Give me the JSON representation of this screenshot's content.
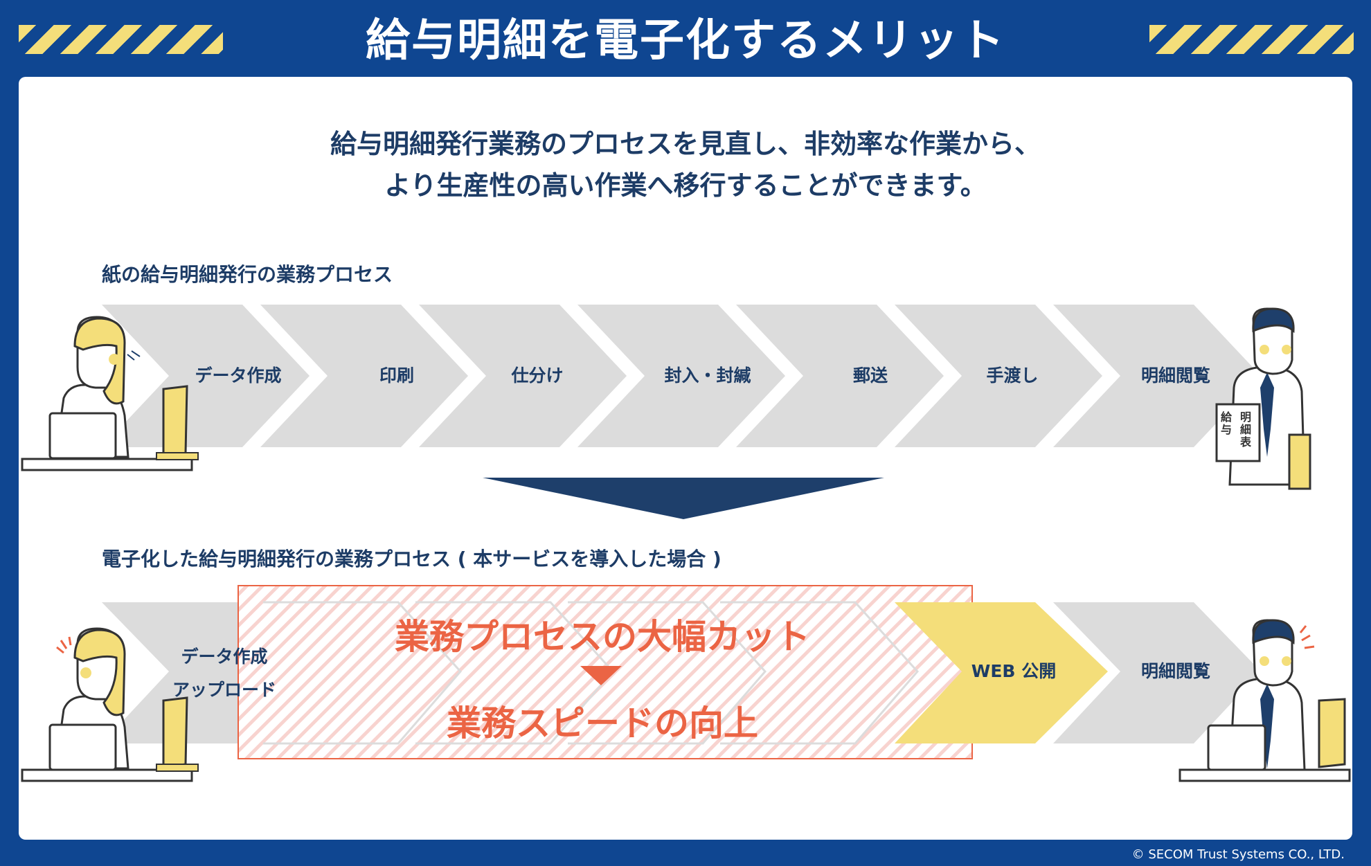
{
  "header": {
    "title": "給与明細を電子化するメリット"
  },
  "lead": {
    "line1": "給与明細発行業務のプロセスを見直し、非効率な作業から、",
    "line2": "より生産性の高い作業へ移行することができます。"
  },
  "paper_process": {
    "heading": "紙の給与明細発行の業務プロセス",
    "steps": [
      "データ作成",
      "印刷",
      "仕分け",
      "封入・封緘",
      "郵送",
      "手渡し",
      "明細閲覧"
    ]
  },
  "digital_process": {
    "heading": "電子化した給与明細発行の業務プロセス ( 本サービスを導入した場合 )",
    "step1_line1": "データ作成",
    "step1_line2": "アップロード",
    "cut_line1": "業務プロセスの大幅カット",
    "cut_line2": "業務スピードの向上",
    "web_step": "WEB 公開",
    "final_step": "明細閲覧"
  },
  "document": {
    "col1": "給与",
    "col2": "明細表"
  },
  "footer": {
    "copyright": "© SECOM Trust Systems CO., LTD."
  },
  "colors": {
    "navy": "#0f4691",
    "text_navy": "#1d3c66",
    "gray_chevron": "#dcdcdc",
    "yellow": "#f4de7a",
    "accent_orange": "#eb6444"
  }
}
